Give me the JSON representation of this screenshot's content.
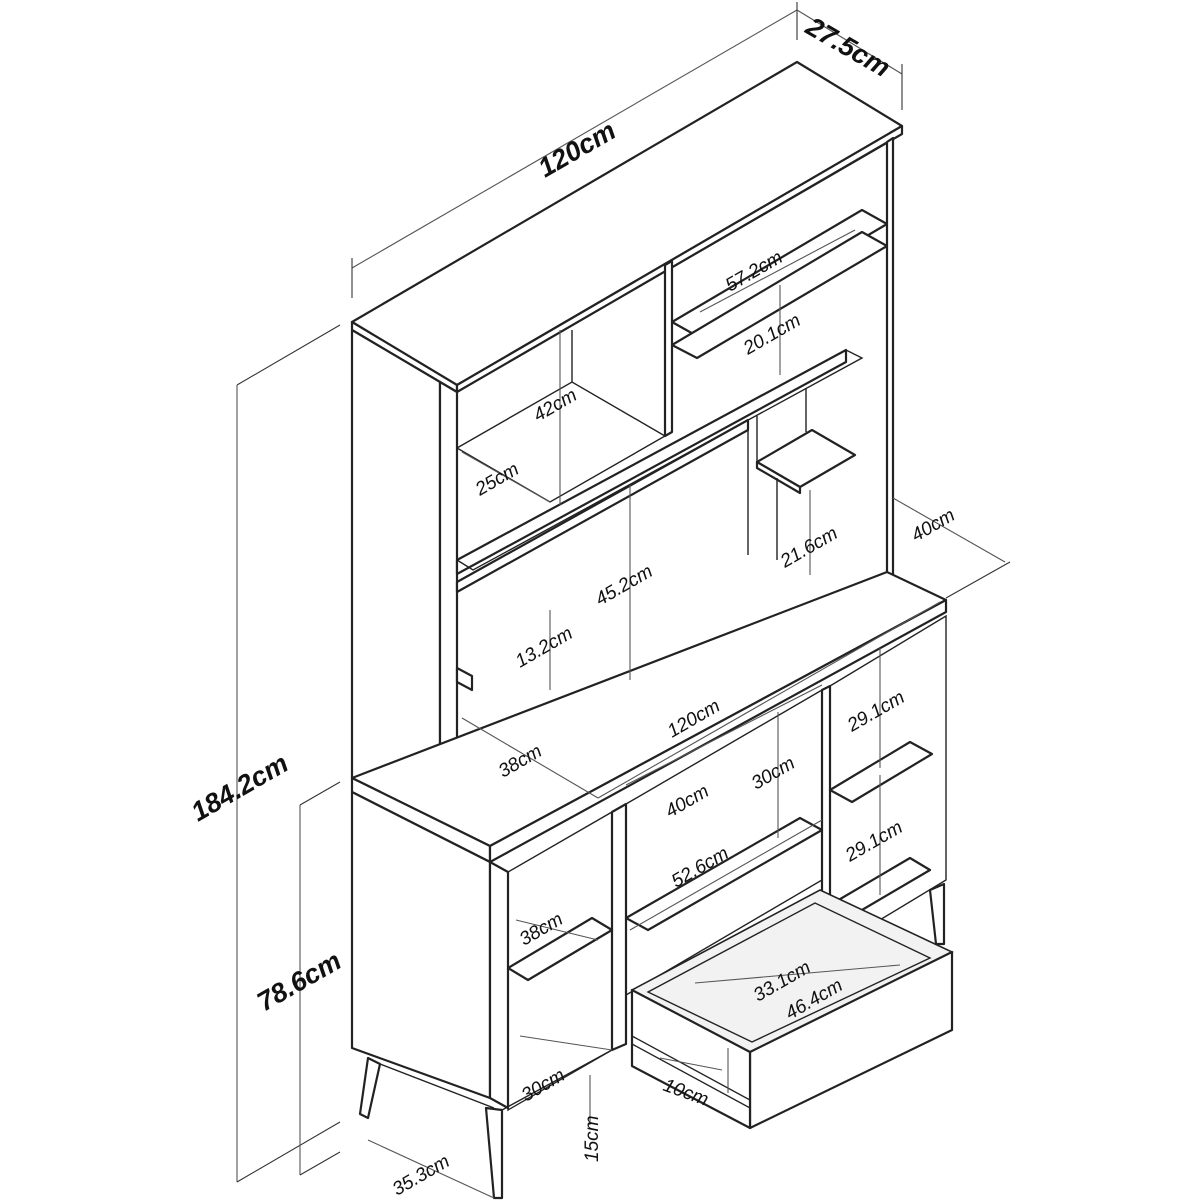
{
  "dimensions": {
    "total_width": "120cm",
    "hutch_depth": "27.5cm",
    "total_height": "184.2cm",
    "desk_height": "78.6cm",
    "upper_shelf_width": "57.2cm",
    "upper_shelf_height": "20.1cm",
    "left_niche_height": "42cm",
    "left_niche_depth": "25cm",
    "center_opening_height": "45.2cm",
    "under_shelf_gap": "13.2cm",
    "side_shelf_height": "21.6cm",
    "desk_depth_right": "40cm",
    "desk_width": "120cm",
    "desk_depth_left": "38cm",
    "right_cube_upper": "29.1cm",
    "right_cube_lower": "29.1cm",
    "knee_space_height": "30cm",
    "knee_space_depth": "40cm",
    "knee_space_width": "52.6cm",
    "left_cube_upper": "38cm",
    "left_cube_lower": "30cm",
    "leg_height": "15cm",
    "base_depth": "35.3cm",
    "drawer_depth": "33.1cm",
    "drawer_width": "46.4cm",
    "drawer_height": "10cm"
  }
}
